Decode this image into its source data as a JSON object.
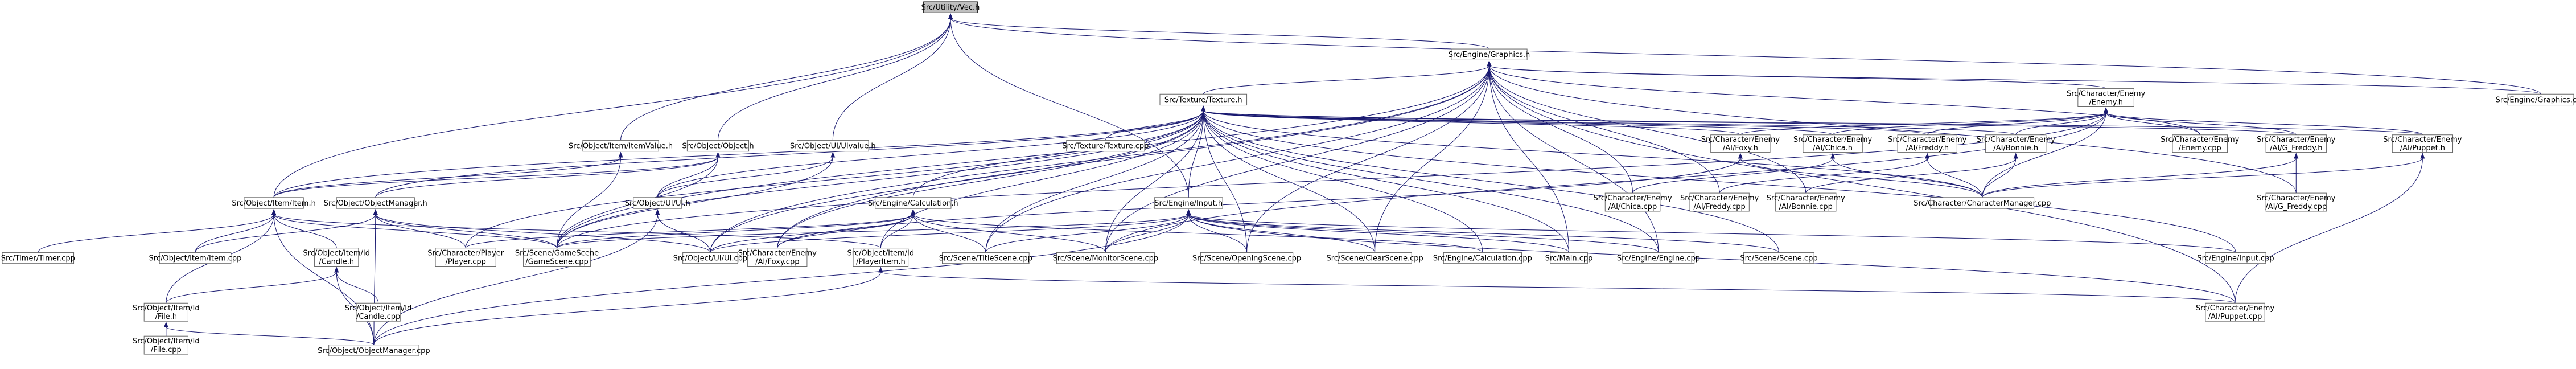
{
  "nodes": [
    {
      "id": "n0",
      "lines": [
        "Src/Utility/Vec.h"
      ],
      "root": true
    },
    {
      "id": "n1",
      "lines": [
        "Src/Engine/Graphics.h"
      ]
    },
    {
      "id": "n2",
      "lines": [
        "Src/Engine/Graphics.cpp"
      ]
    },
    {
      "id": "n3",
      "lines": [
        "Src/Texture/Texture.h"
      ]
    },
    {
      "id": "n4",
      "lines": [
        "Src/Character/Enemy",
        "/Enemy.h"
      ]
    },
    {
      "id": "n5",
      "lines": [
        "Src/Object/Item/ItemValue.h"
      ]
    },
    {
      "id": "n6",
      "lines": [
        "Src/Object/Object.h"
      ]
    },
    {
      "id": "n7",
      "lines": [
        "Src/Object/UI/UIvalue.h"
      ]
    },
    {
      "id": "n8",
      "lines": [
        "Src/Texture/Texture.cpp"
      ]
    },
    {
      "id": "n9",
      "lines": [
        "Src/Character/Enemy",
        "/AI/Foxy.h"
      ]
    },
    {
      "id": "n10",
      "lines": [
        "Src/Character/Enemy",
        "/AI/Chica.h"
      ]
    },
    {
      "id": "n11",
      "lines": [
        "Src/Character/Enemy",
        "/AI/Freddy.h"
      ]
    },
    {
      "id": "n12",
      "lines": [
        "Src/Character/Enemy",
        "/AI/Bonnie.h"
      ]
    },
    {
      "id": "n13",
      "lines": [
        "Src/Character/Enemy",
        "/Enemy.cpp"
      ]
    },
    {
      "id": "n14",
      "lines": [
        "Src/Character/Enemy",
        "/AI/G_Freddy.h"
      ]
    },
    {
      "id": "n15",
      "lines": [
        "Src/Character/Enemy",
        "/AI/Puppet.h"
      ]
    },
    {
      "id": "n16",
      "lines": [
        "Src/Object/Item/Item.h"
      ]
    },
    {
      "id": "n17",
      "lines": [
        "Src/Object/ObjectManager.h"
      ]
    },
    {
      "id": "n18",
      "lines": [
        "Src/Object/UI/UI.h"
      ]
    },
    {
      "id": "n19",
      "lines": [
        "Src/Engine/Calculation.h"
      ]
    },
    {
      "id": "n20",
      "lines": [
        "Src/Engine/Input.h"
      ]
    },
    {
      "id": "n21",
      "lines": [
        "Src/Character/Enemy",
        "/AI/Chica.cpp"
      ]
    },
    {
      "id": "n22",
      "lines": [
        "Src/Character/Enemy",
        "/AI/Freddy.cpp"
      ]
    },
    {
      "id": "n23",
      "lines": [
        "Src/Character/Enemy",
        "/AI/Bonnie.cpp"
      ]
    },
    {
      "id": "n24",
      "lines": [
        "Src/Character/CharacterManager.cpp"
      ]
    },
    {
      "id": "n25",
      "lines": [
        "Src/Character/Enemy",
        "/AI/G_Freddy.cpp"
      ]
    },
    {
      "id": "n26",
      "lines": [
        "Src/Timer/Timer.cpp"
      ]
    },
    {
      "id": "n27",
      "lines": [
        "Src/Object/Item/Item.cpp"
      ]
    },
    {
      "id": "n28",
      "lines": [
        "Src/Object/Item/Id",
        "/Candle.h"
      ]
    },
    {
      "id": "n29",
      "lines": [
        "Src/Character/Player",
        "/Player.cpp"
      ]
    },
    {
      "id": "n30",
      "lines": [
        "Src/Scene/GameScene",
        "/GameScene.cpp"
      ]
    },
    {
      "id": "n31",
      "lines": [
        "Src/Object/UI/UI.cpp"
      ]
    },
    {
      "id": "n32",
      "lines": [
        "Src/Character/Enemy",
        "/AI/Foxy.cpp"
      ]
    },
    {
      "id": "n33",
      "lines": [
        "Src/Object/Item/Id",
        "/PlayerItem.h"
      ]
    },
    {
      "id": "n34",
      "lines": [
        "Src/Scene/TitleScene.cpp"
      ]
    },
    {
      "id": "n35",
      "lines": [
        "Src/Scene/MonitorScene.cpp"
      ]
    },
    {
      "id": "n36",
      "lines": [
        "Src/Scene/OpeningScene.cpp"
      ]
    },
    {
      "id": "n37",
      "lines": [
        "Src/Scene/ClearScene.cpp"
      ]
    },
    {
      "id": "n38",
      "lines": [
        "Src/Engine/Calculation.cpp"
      ]
    },
    {
      "id": "n39",
      "lines": [
        "Src/Main.cpp"
      ]
    },
    {
      "id": "n40",
      "lines": [
        "Src/Engine/Engine.cpp"
      ]
    },
    {
      "id": "n41",
      "lines": [
        "Src/Scene/Scene.cpp"
      ]
    },
    {
      "id": "n42",
      "lines": [
        "Src/Engine/Input.cpp"
      ]
    },
    {
      "id": "n43",
      "lines": [
        "Src/Object/Item/Id",
        "/File.h"
      ]
    },
    {
      "id": "n44",
      "lines": [
        "Src/Object/Item/Id",
        "/Candle.cpp"
      ]
    },
    {
      "id": "n45",
      "lines": [
        "Src/Character/Enemy",
        "/AI/Puppet.cpp"
      ]
    },
    {
      "id": "n46",
      "lines": [
        "Src/Object/Item/Id",
        "/File.cpp"
      ]
    },
    {
      "id": "n47",
      "lines": [
        "Src/Object/ObjectManager.cpp"
      ]
    }
  ]
}
